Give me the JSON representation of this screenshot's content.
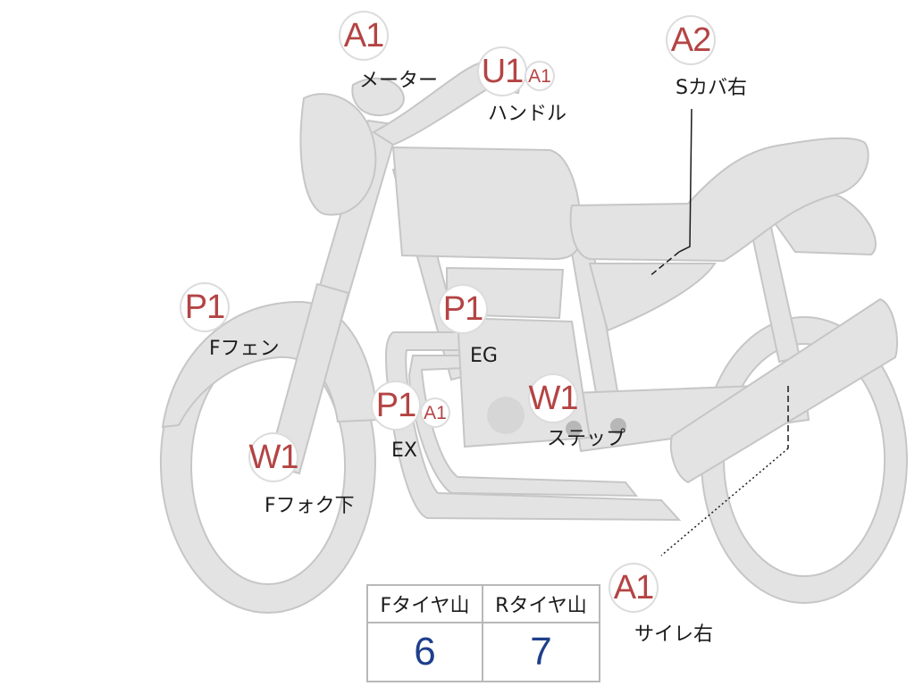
{
  "markers": {
    "meter": {
      "grade": "A1",
      "label": "メーター"
    },
    "handle": {
      "grade": "U1",
      "sub_grade": "A1",
      "label": "ハンドル"
    },
    "side_cover_right": {
      "grade": "A2",
      "label": "Sカバ右"
    },
    "front_fender": {
      "grade": "P1",
      "label": "Fフェン"
    },
    "engine": {
      "grade": "P1",
      "label": "EG"
    },
    "exhaust": {
      "grade": "P1",
      "sub_grade": "A1",
      "label": "EX"
    },
    "step": {
      "grade": "W1",
      "label": "ステップ"
    },
    "front_fork_lower": {
      "grade": "W1",
      "label": "Fフォク下"
    },
    "silencer_right": {
      "grade": "A1",
      "label": "サイレ右"
    }
  },
  "tire_table": {
    "headers": [
      "Fタイヤ山",
      "Rタイヤ山"
    ],
    "values": [
      "6",
      "7"
    ]
  },
  "colors": {
    "grade_text": "#b44444",
    "tire_value_text": "#1f3f8c",
    "bike_fill": "#e3e3e3",
    "bike_outline": "#c6c6c6"
  }
}
